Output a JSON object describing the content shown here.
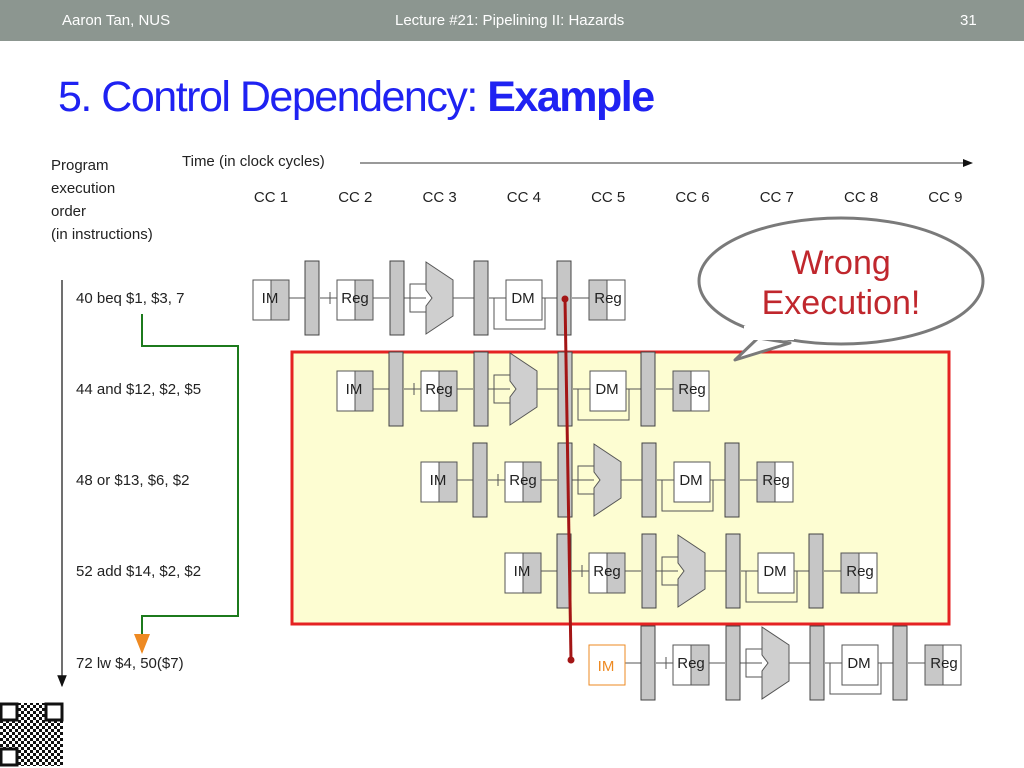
{
  "header": {
    "author": "Aaron Tan, NUS",
    "lecture": "Lecture #21: Pipelining II: Hazards",
    "page": "31"
  },
  "title": {
    "plain": "5. Control Dependency: ",
    "bold": "Example"
  },
  "axis": {
    "time_label": "Time (in clock cycles)",
    "order_lines": [
      "Program",
      "execution",
      "order",
      "(in instructions)"
    ],
    "clock_cycles": [
      "CC 1",
      "CC 2",
      "CC 3",
      "CC 4",
      "CC 5",
      "CC 6",
      "CC 7",
      "CC 8",
      "CC 9"
    ]
  },
  "instructions": [
    {
      "text": "40 beq $1, $3, 7"
    },
    {
      "text": "44 and $12, $2, $5"
    },
    {
      "text": "48 or $13, $6, $2"
    },
    {
      "text": "52 add $14, $2, $2"
    },
    {
      "text": "72 lw $4, 50($7)"
    }
  ],
  "stages": {
    "im": "IM",
    "reg": "Reg",
    "dm": "DM"
  },
  "callout": {
    "line1": "Wrong",
    "line2": "Execution!"
  },
  "colors": {
    "header_bg": "#8c9690",
    "title": "#1f22f2",
    "wrong_box_fill": "#fdfdd2",
    "wrong_box_stroke": "#e52222",
    "branch_arrow": "#1c7a1c",
    "branch_target": "#ee8a22",
    "resolve_line": "#a31515"
  }
}
